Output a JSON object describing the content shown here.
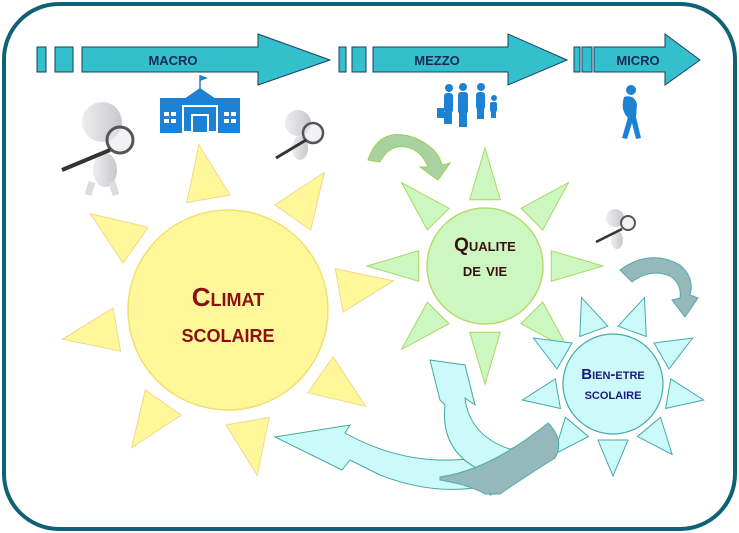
{
  "scale_arrows": [
    {
      "label": "MACRO"
    },
    {
      "label": "MEZZO"
    },
    {
      "label": "MICRO"
    }
  ],
  "suns": {
    "climat": {
      "line1": "Climat",
      "line2": "scolaire"
    },
    "qualite": {
      "line1": "Qualite",
      "line2": "de vie"
    },
    "bienetre": {
      "line1": "Bien-etre",
      "line2": "scolaire"
    }
  },
  "icons": [
    "school-icon",
    "family-icon",
    "student-icon",
    "magnifier-person-icon"
  ],
  "colors": {
    "frame": "#0e6176",
    "arrow": "#33bfcb",
    "yellow": "#fff799",
    "green": "#ccf7c0",
    "cyan": "#ccfafa",
    "climat_text": "#8b1010",
    "qualite_text": "#3a1010",
    "bienetre_text": "#1a1a7a",
    "icon_blue": "#1d82d6"
  }
}
